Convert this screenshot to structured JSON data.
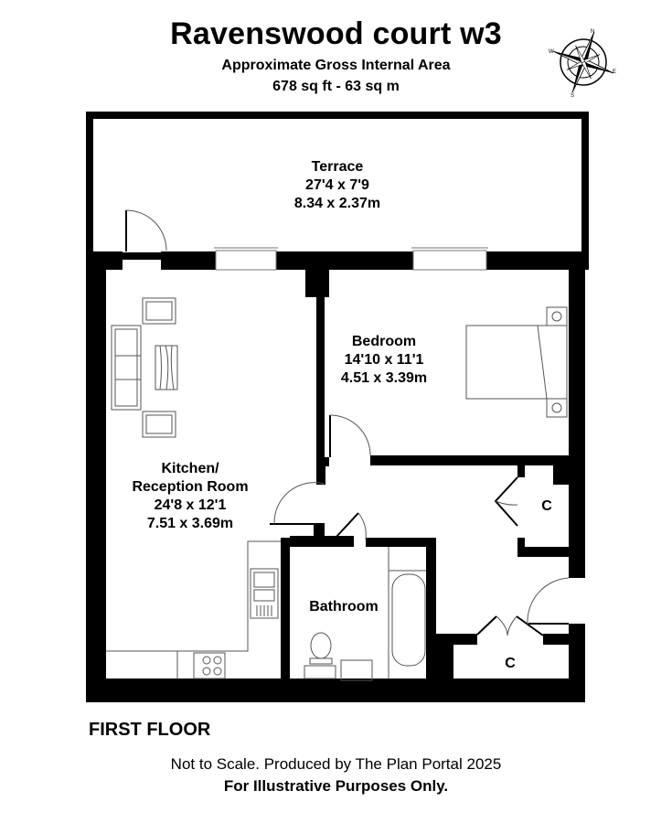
{
  "header": {
    "title": "Ravenswood court w3",
    "subtitle": "Approximate Gross Internal Area",
    "area": "678 sq ft - 63 sq m"
  },
  "compass": {
    "icon": "compass-rose-icon",
    "points": [
      "N",
      "E",
      "S",
      "W"
    ]
  },
  "rooms": [
    {
      "name": "Terrace",
      "imperial": "27'4 x 7'9",
      "metric": "8.34 x 2.37m"
    },
    {
      "name": "Bedroom",
      "imperial": "14'10 x 11'1",
      "metric": "4.51 x 3.39m"
    },
    {
      "name_line1": "Kitchen/",
      "name_line2": "Reception Room",
      "imperial": "24'8 x 12'1",
      "metric": "7.51 x 3.69m"
    },
    {
      "name": "Bathroom"
    },
    {
      "name": "C"
    },
    {
      "name": "C"
    }
  ],
  "floor": {
    "label": "FIRST FLOOR"
  },
  "footer": {
    "disclaimer": "Not to Scale. Produced by The Plan Portal 2025",
    "note": "For Illustrative Purposes Only."
  },
  "colors": {
    "wall": "#000000",
    "background": "#ffffff",
    "fixture_line": "#555555"
  }
}
